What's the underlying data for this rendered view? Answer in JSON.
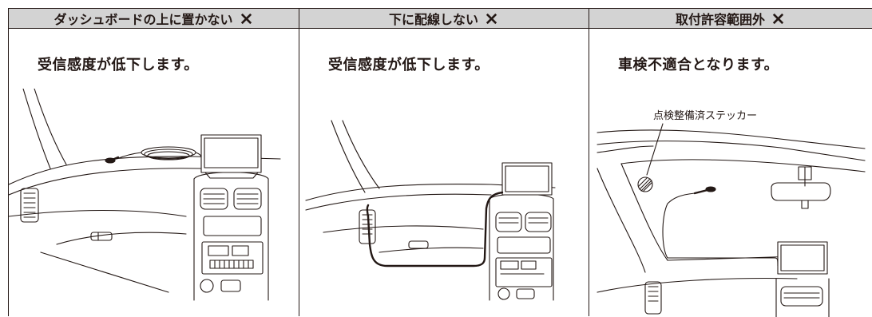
{
  "columns": [
    {
      "header": "ダッシュボードの上に置かない",
      "caption": "受信感度が低下します。",
      "status_icon": "x-mark-icon"
    },
    {
      "header": "下に配線しない",
      "caption": "受信感度が低下します。",
      "status_icon": "x-mark-icon"
    },
    {
      "header": "取付許容範囲外",
      "caption": "車検不適合となります。",
      "status_icon": "x-mark-icon",
      "sticker_label": "点検整備済ステッカー"
    }
  ],
  "colors": {
    "line": "#231815",
    "header_bg": "#d3d3d3",
    "background": "#ffffff"
  }
}
